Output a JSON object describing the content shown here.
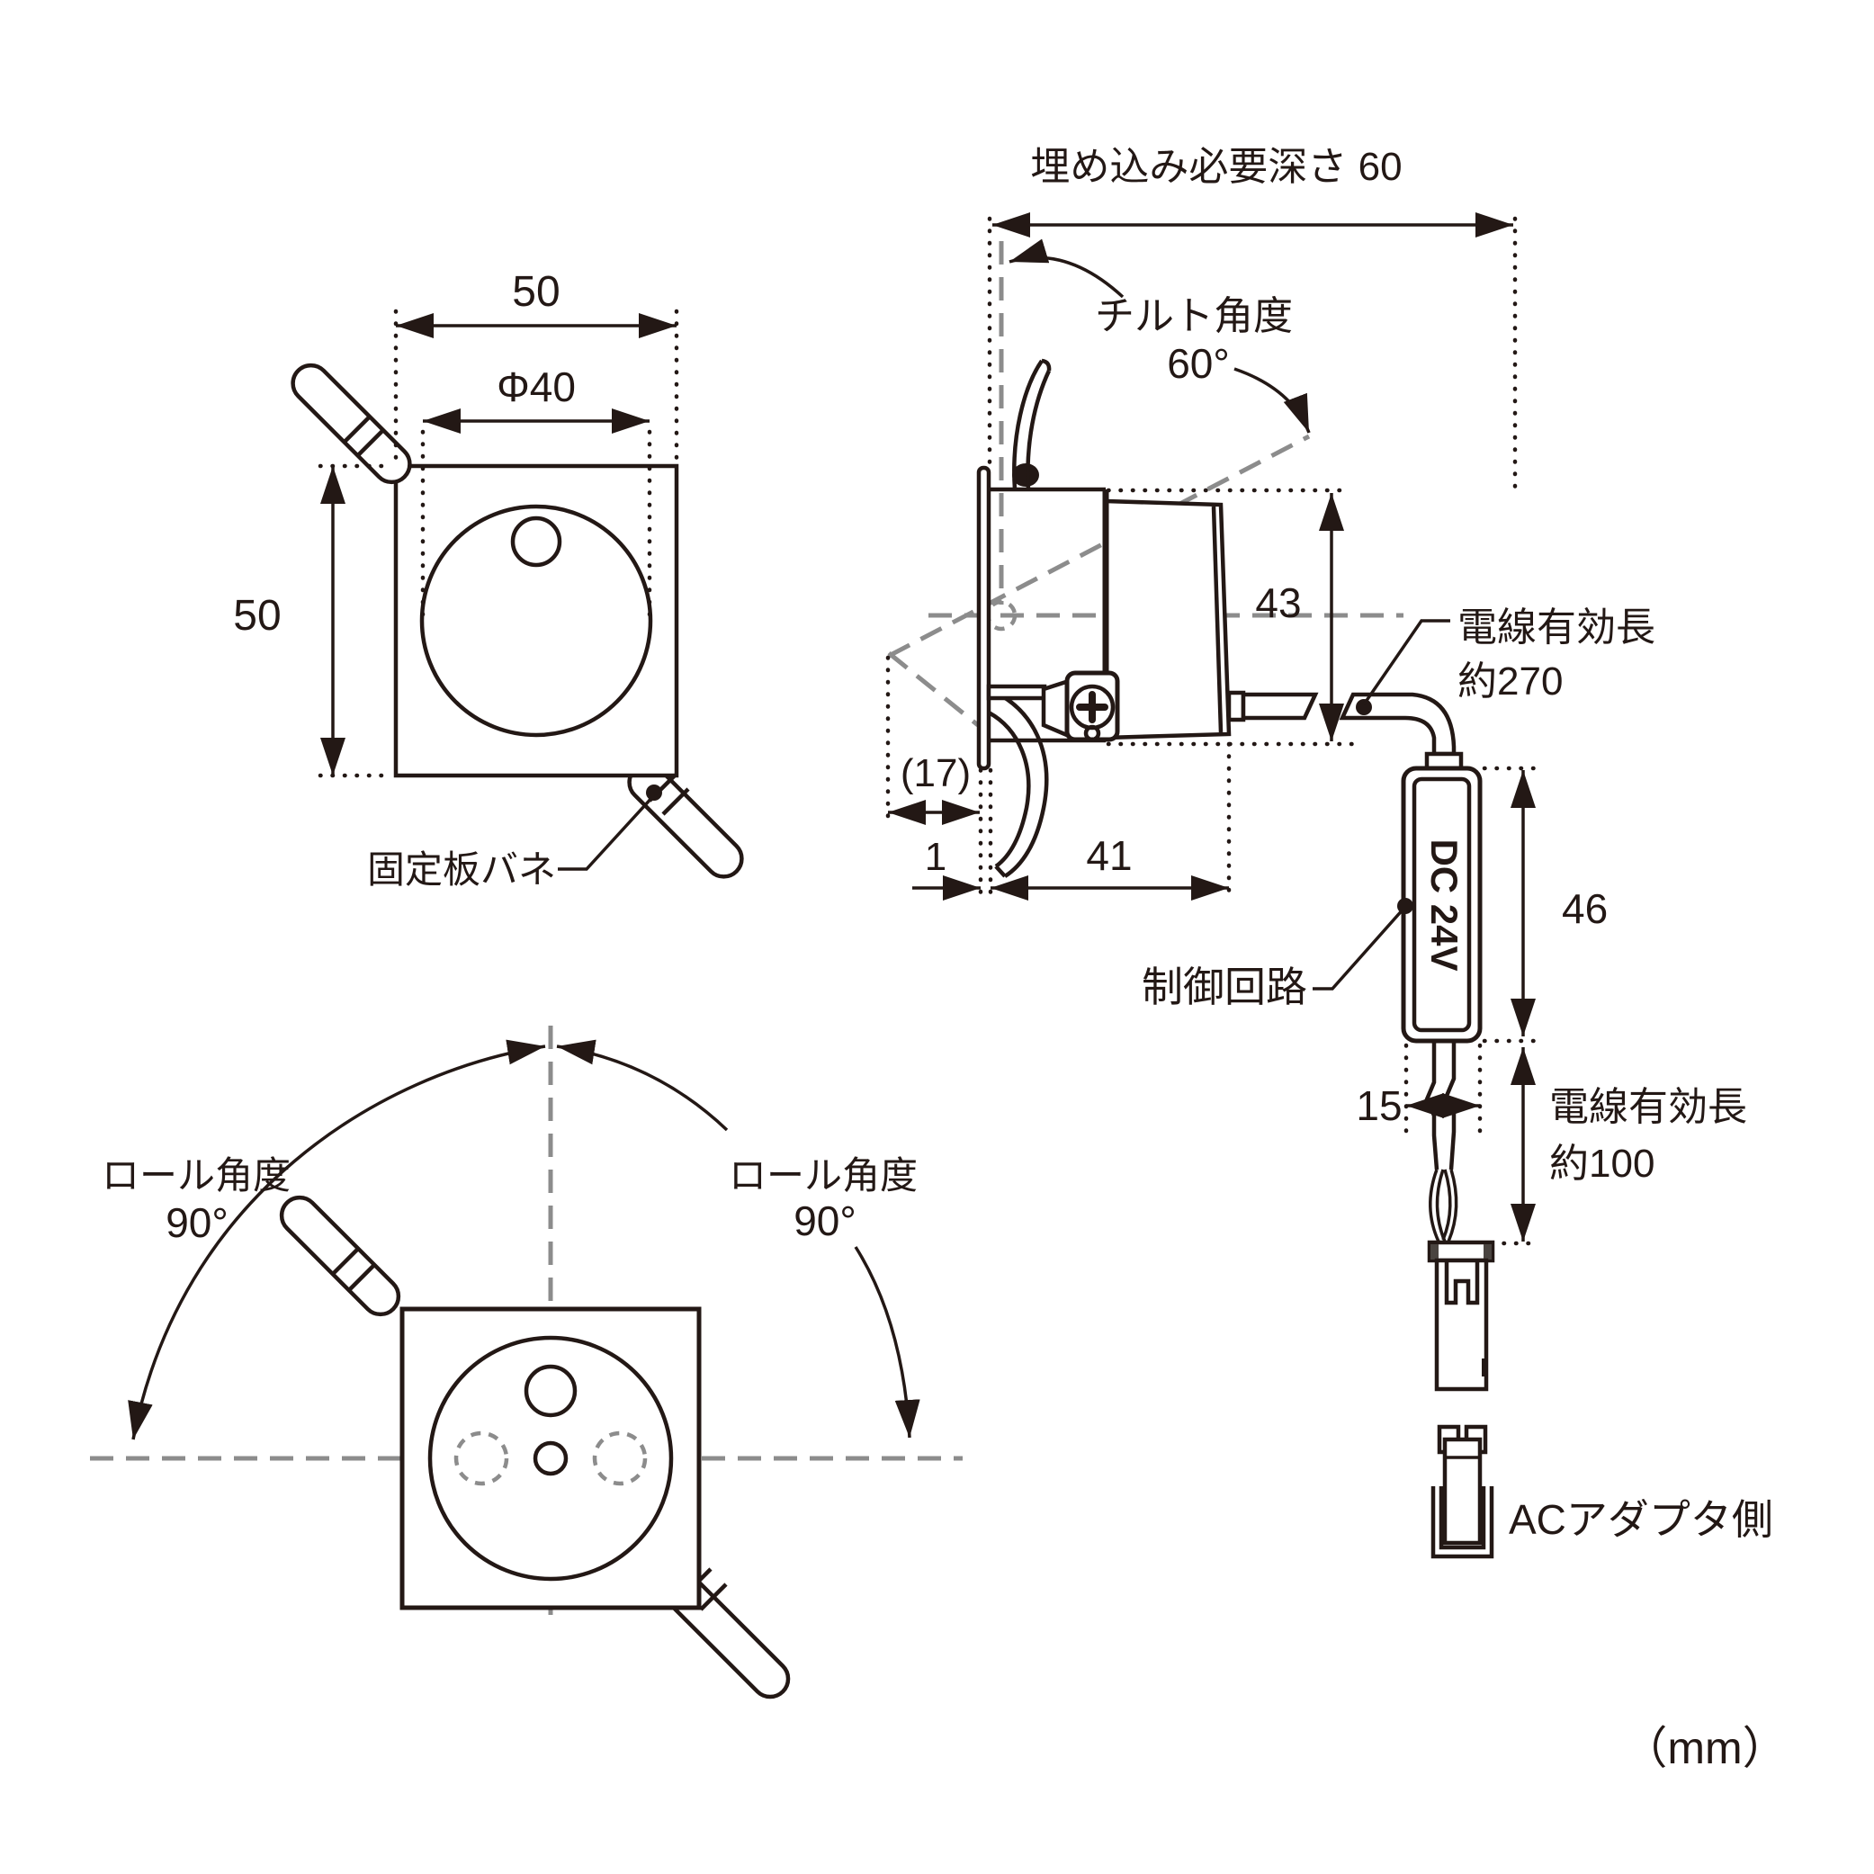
{
  "colors": {
    "line": "#231815",
    "muted_dash": "#8c8c8c",
    "background": "#ffffff"
  },
  "front_view": {
    "width_dim": "50",
    "diameter_dim": "Φ40",
    "height_dim": "50",
    "spring_label": "固定板バネ"
  },
  "side_view": {
    "recess_depth_label": "埋め込み必要深さ 60",
    "tilt_label": "チルト角度",
    "tilt_angle": "60°",
    "height_dim": "43",
    "protrusion_dim": "(17)",
    "flange_thickness_dim": "1",
    "body_length_dim": "41"
  },
  "wiring": {
    "cable_top_label_line1": "電線有効長",
    "cable_top_label_line2": "約270",
    "driver_label": "制御回路",
    "driver_marking": "DC 24V",
    "driver_length_dim": "46",
    "driver_width_dim": "15",
    "cable_bottom_label_line1": "電線有効長",
    "cable_bottom_label_line2": "約100",
    "connector_label": "ACアダプタ側"
  },
  "roll_view": {
    "left_label": "ロール角度",
    "left_angle": "90°",
    "right_label": "ロール角度",
    "right_angle": "90°"
  },
  "units_note": "（mm）"
}
